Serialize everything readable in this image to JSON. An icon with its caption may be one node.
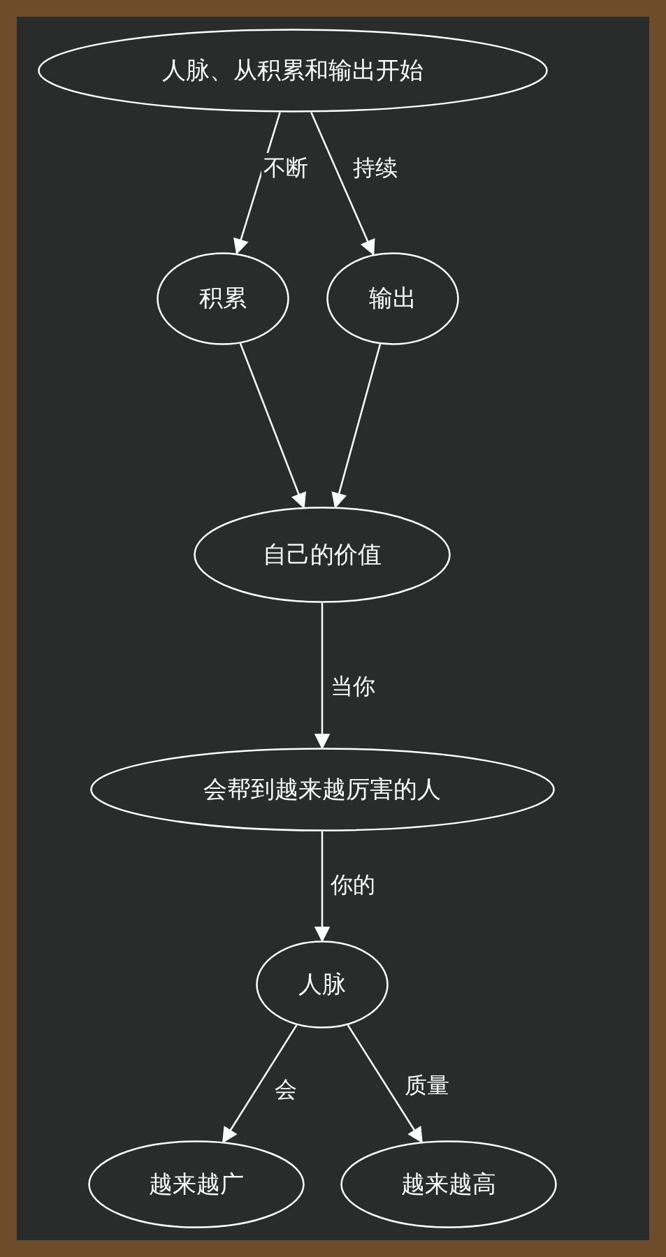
{
  "diagram": {
    "nodes": [
      {
        "text": [
          "人脉、从积累和输出开始"
        ]
      },
      {
        "text": [
          "积累"
        ]
      },
      {
        "text": [
          "输出"
        ]
      },
      {
        "text": [
          "自己的价值"
        ]
      },
      {
        "text": [
          "会帮到越来越厉害的人"
        ]
      },
      {
        "text": [
          "人脉"
        ]
      },
      {
        "text": [
          "越来越广"
        ]
      },
      {
        "text": [
          "越来越高"
        ]
      }
    ],
    "edges": [
      {
        "from": 0,
        "to": 1,
        "arrow": "to",
        "label": "不断"
      },
      {
        "from": 0,
        "to": 2,
        "arrow": "to",
        "label": "持续"
      },
      {
        "from": 1,
        "to": 3,
        "arrow": "to"
      },
      {
        "from": 2,
        "to": 3,
        "arrow": "to"
      },
      {
        "from": 3,
        "to": 4,
        "arrow": "to",
        "label": "当你"
      },
      {
        "from": 4,
        "to": 5,
        "arrow": "to",
        "label": "你的"
      },
      {
        "from": 5,
        "to": 6,
        "arrow": "to",
        "label": "会"
      },
      {
        "from": 5,
        "to": 7,
        "arrow": "to",
        "label": "质量"
      }
    ]
  }
}
